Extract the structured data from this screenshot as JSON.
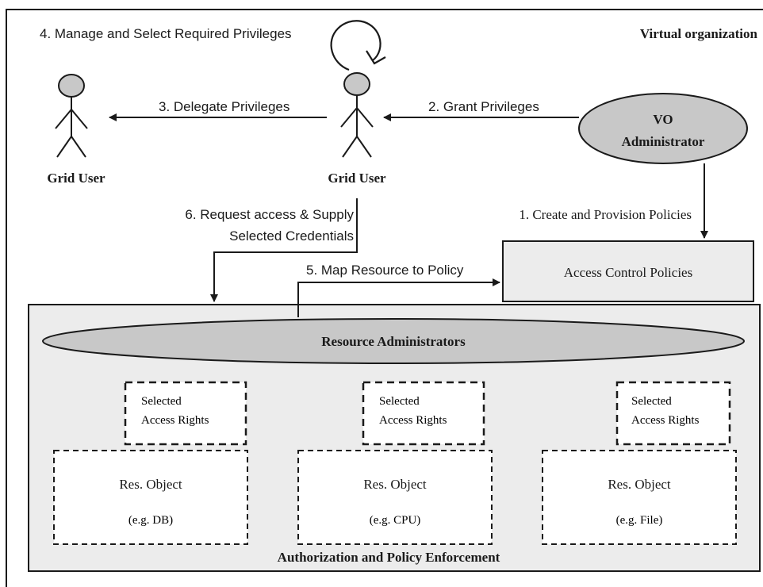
{
  "org_label": "Virtual organization",
  "actors": {
    "grid_user_left": "Grid User",
    "grid_user_center": "Grid User",
    "vo_admin_line1": "VO",
    "vo_admin_line2": "Administrator"
  },
  "steps": {
    "step1": "1. Create and Provision Policies",
    "step2": "2. Grant Privileges",
    "step3": "3. Delegate Privileges",
    "step4": "4. Manage and Select Required Privileges",
    "step5": "5. Map Resource to Policy",
    "step6_line1": "6. Request access & Supply",
    "step6_line2": "Selected Credentials"
  },
  "policies_box": "Access Control Policies",
  "resource_admins": "Resource Administrators",
  "enforcement_label": "Authorization and Policy Enforcement",
  "resources": [
    {
      "rights_line1": "Selected",
      "rights_line2": "Access Rights",
      "object": "Res. Object",
      "example": "(e.g. DB)"
    },
    {
      "rights_line1": "Selected",
      "rights_line2": "Access Rights",
      "object": "Res. Object",
      "example": "(e.g. CPU)"
    },
    {
      "rights_line1": "Selected",
      "rights_line2": "Access Rights",
      "object": "Res. Object",
      "example": "(e.g. File)"
    }
  ],
  "colors": {
    "stroke": "#1a1a1a",
    "panel_fill": "#ececec",
    "ellipse_fill": "#c8c8c8"
  }
}
